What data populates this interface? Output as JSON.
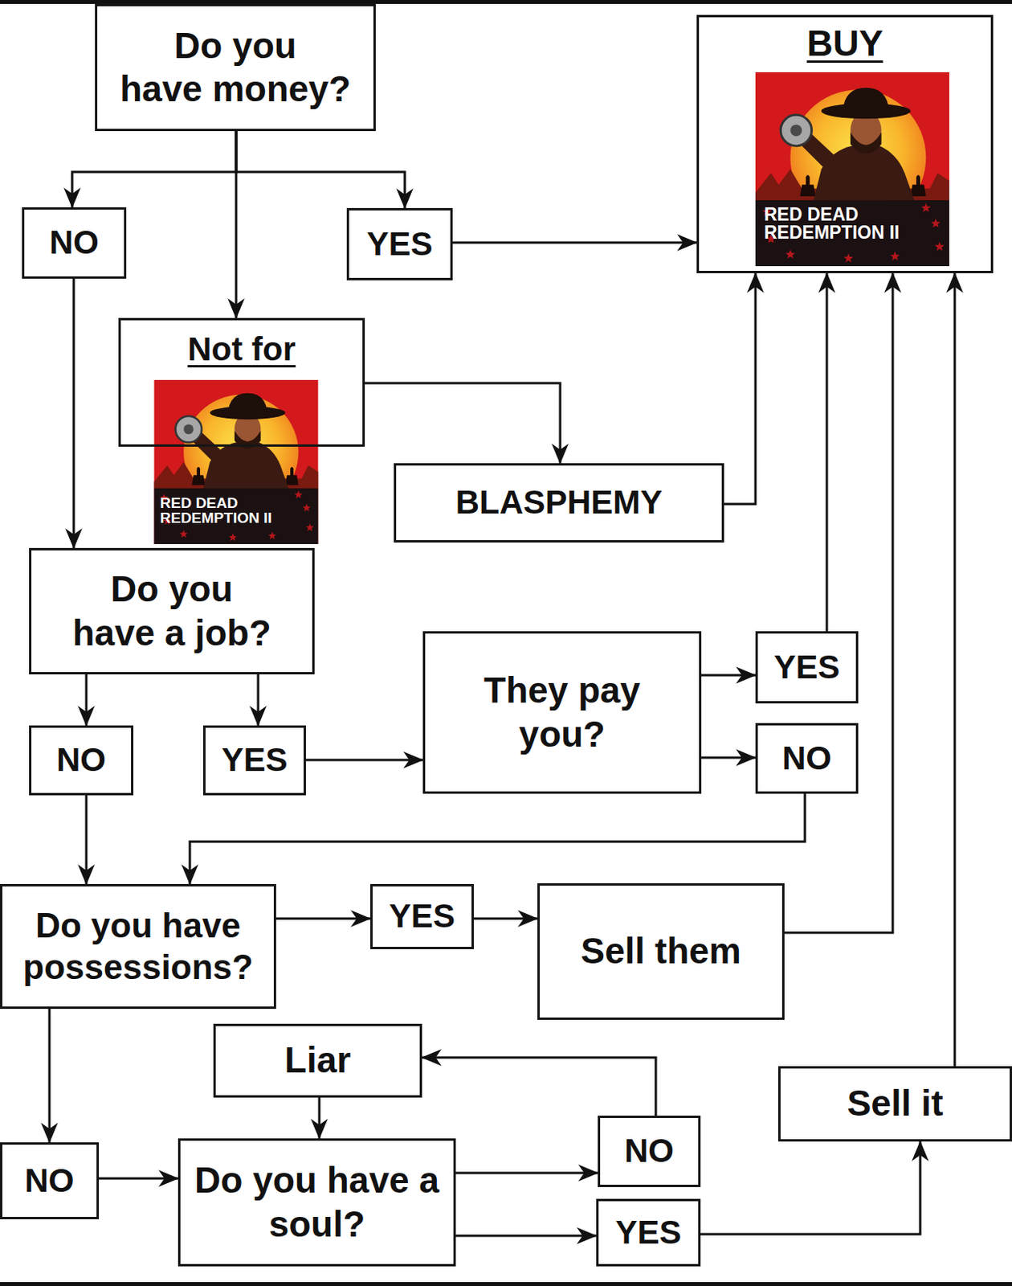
{
  "diagram": {
    "nodes": [
      {
        "text": [
          "Do you have money?"
        ]
      },
      {
        "text": [
          "BUY"
        ]
      },
      {
        "text": [
          "NO"
        ]
      },
      {
        "text": [
          "YES"
        ]
      },
      {
        "text": [
          "Not for"
        ]
      },
      {
        "text": [
          "BLASPHEMY"
        ]
      },
      {
        "text": [
          "Do you have a job?"
        ]
      },
      {
        "text": [
          "NO"
        ]
      },
      {
        "text": [
          "YES"
        ]
      },
      {
        "text": [
          "They pay you?"
        ]
      },
      {
        "text": [
          "YES"
        ]
      },
      {
        "text": [
          "NO"
        ]
      },
      {
        "text": [
          "Do you have possessions?"
        ]
      },
      {
        "text": [
          "YES"
        ]
      },
      {
        "text": [
          "Sell them"
        ]
      },
      {
        "text": [
          "Liar"
        ]
      },
      {
        "text": [
          "Sell it"
        ]
      },
      {
        "text": [
          "NO"
        ]
      },
      {
        "text": [
          "Do you have a soul?"
        ]
      },
      {
        "text": [
          "NO"
        ]
      },
      {
        "text": [
          "YES"
        ]
      }
    ],
    "edges": [
      {
        "from": 0,
        "to": 2,
        "arrow": "to"
      },
      {
        "from": 0,
        "to": 3,
        "arrow": "to"
      },
      {
        "from": 0,
        "to": 4,
        "arrow": "to"
      },
      {
        "from": 3,
        "to": 1,
        "arrow": "to"
      },
      {
        "from": 4,
        "to": 5,
        "arrow": "to"
      },
      {
        "from": 5,
        "to": 1,
        "arrow": "to"
      },
      {
        "from": 2,
        "to": 6,
        "arrow": "to"
      },
      {
        "from": 6,
        "to": 7,
        "arrow": "to"
      },
      {
        "from": 6,
        "to": 8,
        "arrow": "to"
      },
      {
        "from": 8,
        "to": 9,
        "arrow": "to"
      },
      {
        "from": 9,
        "to": 10,
        "arrow": "to"
      },
      {
        "from": 9,
        "to": 11,
        "arrow": "to"
      },
      {
        "from": 10,
        "to": 1,
        "arrow": "to"
      },
      {
        "from": 11,
        "to": 12,
        "arrow": "to"
      },
      {
        "from": 7,
        "to": 12,
        "arrow": "to"
      },
      {
        "from": 12,
        "to": 13,
        "arrow": "to"
      },
      {
        "from": 13,
        "to": 14,
        "arrow": "to"
      },
      {
        "from": 14,
        "to": 1,
        "arrow": "to"
      },
      {
        "from": 12,
        "to": 17,
        "arrow": "to"
      },
      {
        "from": 17,
        "to": 18,
        "arrow": "to"
      },
      {
        "from": 18,
        "to": 19,
        "arrow": "to"
      },
      {
        "from": 18,
        "to": 20,
        "arrow": "to"
      },
      {
        "from": 19,
        "to": 15,
        "arrow": "to"
      },
      {
        "from": 15,
        "to": 18,
        "arrow": "to"
      },
      {
        "from": 20,
        "to": 16,
        "arrow": "to"
      },
      {
        "from": 16,
        "to": 1,
        "arrow": "to"
      }
    ],
    "labels": [
      "RED DEAD REDEMPTION II",
      "RED DEAD REDEMPTION II"
    ]
  }
}
